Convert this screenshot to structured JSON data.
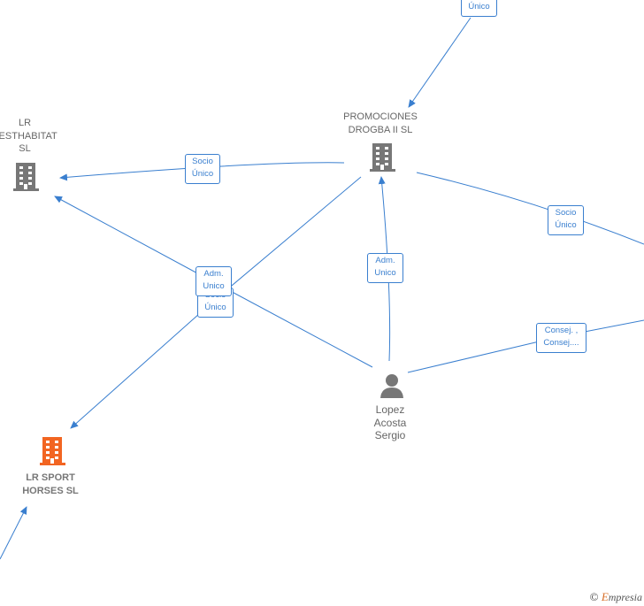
{
  "nodes": {
    "lr_investhabitat": {
      "label": "LR\nVESTHABITAT\nSL"
    },
    "promociones": {
      "label": "PROMOCIONES\nDROGBA II SL"
    },
    "lr_sport": {
      "label": "LR SPORT\nHORSES  SL"
    },
    "person": {
      "label": "Lopez\nAcosta\nSergio"
    }
  },
  "edges": {
    "top_socio": "Único",
    "socio_unico_left": "Socio\nÚnico",
    "adm_unico_mid": "Adm.\nUnico",
    "socio_unico_mid": "Socio\nÚnico",
    "adm_unico_center": "Adm.\nUnico",
    "socio_unico_right": "Socio\nÚnico",
    "consej": "Consej. ,\nConsej...."
  },
  "footer": {
    "copyright": "©",
    "brand_first": "E",
    "brand_rest": "mpresia"
  },
  "colors": {
    "edge": "#3a7fcf",
    "company": "#777777",
    "highlight": "#f26522",
    "person": "#777777"
  },
  "icons": {
    "company": "building-icon",
    "person": "person-icon"
  }
}
